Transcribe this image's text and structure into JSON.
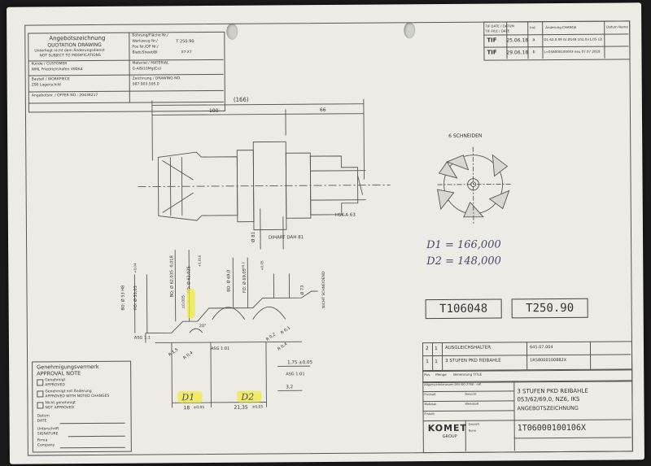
{
  "header": {
    "title_de": "Angebotszeichnung",
    "title_en": "QUOTATION DRAWING",
    "sub_de": "Unterliegt nicht dem Änderungsdienst",
    "sub_en": "NOT SUBJECT TO MODIFICATIONS",
    "customer_label": "Kunde / CUSTOMER",
    "customer_value": "WML Friedrichshafen V80A4",
    "part_label": "Bauteil / WORKPIECE",
    "part_value": "Z90 Lagerschild",
    "offer_label": "Angebotsnr. / OFFER NO.: 20438217",
    "bore_label": "Bohrung/Fläche Nr./",
    "tool_label": "Werkzeug Nr./",
    "tool_value": "T 250.90",
    "pos_label": "Pos Nr./OP Nr./",
    "block_label": "Blatt/Sheet/Bl",
    "block_value": "X7-X7",
    "material_label": "Material / MATERIAL",
    "material_value": "G-AlSi10Mg(Cu)",
    "drawing_label": "Zeichnung / DRAWING NO.",
    "drawing_value": "087.903.505.0"
  },
  "revisions": {
    "col_date": "TIF DATE / DATUM",
    "col_file": "TIF-FILE / DATE",
    "col_ind": "Ind.",
    "col_change": "Änderung CHANGE",
    "col_sig": "Datum Name",
    "rows": [
      {
        "tag": "TIF",
        "date": "25.06.18",
        "ind": "a",
        "text": "D1-62,0,09 Gr.Ø148 102,0×1,05·(2)"
      },
      {
        "tag": "TIF",
        "date": "29.06.18",
        "ind": "b",
        "text": "L=058000100003 neu 07.07 2018"
      }
    ]
  },
  "drawing": {
    "dim_overall": "(166)",
    "dim_left": "100",
    "dim_right": "66",
    "label_shank": "HSK-A 63",
    "label_dihart": "DIHART DAH 81",
    "label_d81": "Ø 81",
    "label_cutters": "6 SCHNEIDEN",
    "dia_labels": [
      "BO: Ø 53 H8",
      "FO: Ø 53,03",
      "BO: Ø 62,035 -0,018",
      "FO: Ø 62,025",
      "BO: Ø 69,0",
      "FO: Ø 69,05",
      "Ø 73",
      "NICHT SCHNEIDEND"
    ],
    "tol_labels": [
      "+0,04",
      "+0,010",
      "+0,1",
      "+0,05"
    ],
    "asg": [
      "ASG 1:1",
      "ASG 1:01",
      "ASG 1:01"
    ],
    "radii": [
      "R 1,5",
      "R 0,4",
      "20°",
      "R 0,2",
      "R 0,1",
      "R 0,4"
    ],
    "dim_a": "1,75 ±0,05",
    "dim_b": "3,2",
    "dim_c": "18",
    "dim_c_tol": "±0,05",
    "dim_d": "21,35",
    "dim_d_tol": "±0,05",
    "hand_d1_mark": "D1",
    "hand_d2_mark": "D2",
    "hand_d1": "D1 = 166,000",
    "hand_d2": "D2 = 148,000",
    "highlight_label": "±0,005",
    "stamp_left": "T106048",
    "stamp_right": "T250.90"
  },
  "approval": {
    "title_de": "Genehmigungsvermerk",
    "title_en": "APPROVAL NOTE",
    "opt1_de": "Genehmigt",
    "opt1_en": "APPROVED",
    "opt2_de": "Genehmigt mit Änderung",
    "opt2_en": "APPROVED WITH NOTED CHANGES",
    "opt3_de": "Nicht genehmigt",
    "opt3_en": "NOT APPROVED",
    "date_label": "Datum",
    "date_en": "DATE",
    "sig_label": "Unterschrift",
    "sig_en": "SIGNATURE",
    "firm_label": "Firma",
    "firm_en": "Company"
  },
  "parts": {
    "rows": [
      {
        "no": "2",
        "qty": "1",
        "name": "AUSGLEICHSHALTER",
        "code": "645.07.004"
      },
      {
        "no": "1",
        "qty": "1",
        "name": "3 STUFEN PKD REIBAHLE",
        "code": "1R58000100882X"
      }
    ],
    "col_pos": "Pos.",
    "col_qty": "Menge",
    "col_name": "Benennung TITLE"
  },
  "titleblock": {
    "name1": "3 STUFEN PKD REIBAHLE",
    "name2": "053/62/69,0, NZ6, IKS",
    "name3": "ANGEBOTSZEICHNUNG",
    "number": "1T06000100106X",
    "company": "KOMET",
    "company_sub": "GROUP",
    "small_texts": [
      "Allgemeintoleranzen DIN ISO 2768 - mK",
      "Freimaß",
      "Gewicht",
      "Maßstab",
      "Werkstoff",
      "Erstellt",
      "Geprüft",
      "Norm"
    ]
  },
  "colors": {
    "paper": "#ecebe6",
    "ink": "#333333",
    "highlight": "#f0eb3c"
  }
}
